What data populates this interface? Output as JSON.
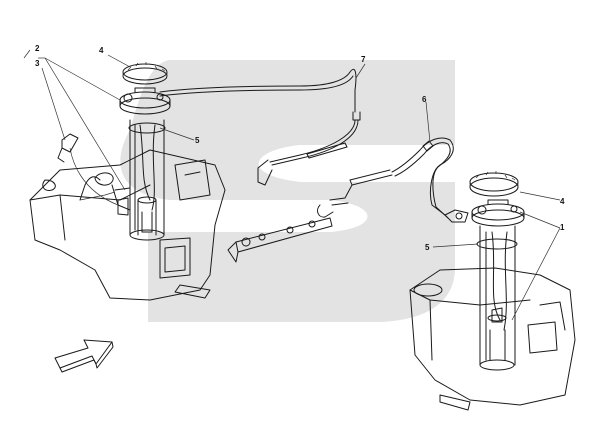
{
  "diagram": {
    "callouts": {
      "c1": "1",
      "c2": "2",
      "c3": "3",
      "c4_left": "4",
      "c4_right": "4",
      "c5_left": "5",
      "c5_right": "5",
      "c6": "6",
      "c7": "7"
    },
    "colors": {
      "watermark": "#e3e3e3",
      "line": "#1a1a1a",
      "tank_fill": "#ffffff"
    }
  }
}
